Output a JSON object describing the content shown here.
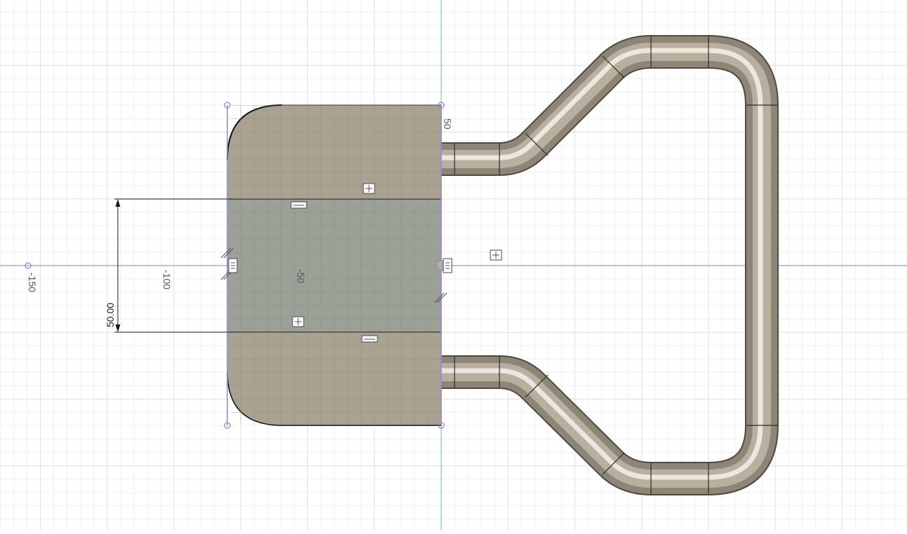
{
  "sketch": {
    "dimensions": {
      "axis_label_neg150": "-150",
      "axis_label_neg100": "-100",
      "axis_label_neg50": "-50",
      "axis_label_50": "50",
      "linear_dimension": "50.00"
    },
    "constraint_icons": [
      "midpoint-constraint-icon",
      "horizontal-constraint-icon",
      "perpendicular-constraint-icon",
      "fix-constraint-icon"
    ]
  },
  "colors": {
    "background": "#ffffff",
    "grid_minor": "#eef0f2",
    "grid_major": "#dde1e5",
    "axis_x": "#b48de3",
    "axis_y": "#7fd67f",
    "plate_fill": "#a49d8b",
    "plate_band_fill": "#9ba197",
    "tube_base": "#8d8677",
    "sketch_line": "#9b82e0",
    "dimension_line": "#1a1a1a"
  }
}
